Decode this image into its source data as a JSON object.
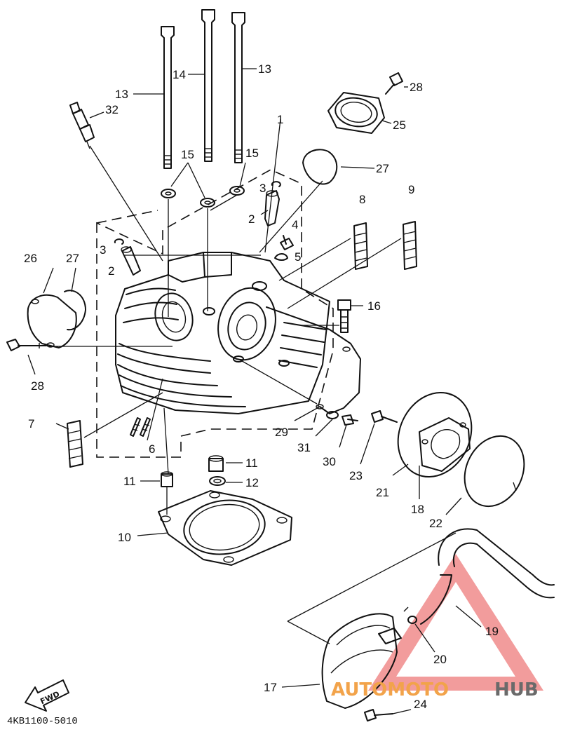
{
  "callouts": [
    {
      "id": "c13a",
      "text": "13"
    },
    {
      "id": "c14",
      "text": "14"
    },
    {
      "id": "c13b",
      "text": "13"
    },
    {
      "id": "c32",
      "text": "32"
    },
    {
      "id": "c15a",
      "text": "15"
    },
    {
      "id": "c15b",
      "text": "15"
    },
    {
      "id": "c1",
      "text": "1"
    },
    {
      "id": "c28a",
      "text": "28"
    },
    {
      "id": "c25",
      "text": "25"
    },
    {
      "id": "c27a",
      "text": "27"
    },
    {
      "id": "c3a",
      "text": "3"
    },
    {
      "id": "c2a",
      "text": "2"
    },
    {
      "id": "c4",
      "text": "4"
    },
    {
      "id": "c5",
      "text": "5"
    },
    {
      "id": "c8",
      "text": "8"
    },
    {
      "id": "c9",
      "text": "9"
    },
    {
      "id": "c3b",
      "text": "3"
    },
    {
      "id": "c2b",
      "text": "2"
    },
    {
      "id": "c26",
      "text": "26"
    },
    {
      "id": "c27b",
      "text": "27"
    },
    {
      "id": "c16",
      "text": "16"
    },
    {
      "id": "c28b",
      "text": "28"
    },
    {
      "id": "c7",
      "text": "7"
    },
    {
      "id": "c6",
      "text": "6"
    },
    {
      "id": "c29",
      "text": "29"
    },
    {
      "id": "c31",
      "text": "31"
    },
    {
      "id": "c30",
      "text": "30"
    },
    {
      "id": "c23",
      "text": "23"
    },
    {
      "id": "c21",
      "text": "21"
    },
    {
      "id": "c18",
      "text": "18"
    },
    {
      "id": "c22",
      "text": "22"
    },
    {
      "id": "c11a",
      "text": "11"
    },
    {
      "id": "c11b",
      "text": "11"
    },
    {
      "id": "c12",
      "text": "12"
    },
    {
      "id": "c10",
      "text": "10"
    },
    {
      "id": "c19",
      "text": "19"
    },
    {
      "id": "c20",
      "text": "20"
    },
    {
      "id": "c17",
      "text": "17"
    },
    {
      "id": "c24",
      "text": "24"
    }
  ],
  "diagram_code": "4KB1100-5010",
  "fwd_label": "FWD",
  "watermark": {
    "part1": "AUTOMOTO",
    "part2": "HUB",
    "color_primary": "#f2a34a",
    "color_secondary": "#6a6a6a",
    "triangle_color": "#e84a4a"
  }
}
